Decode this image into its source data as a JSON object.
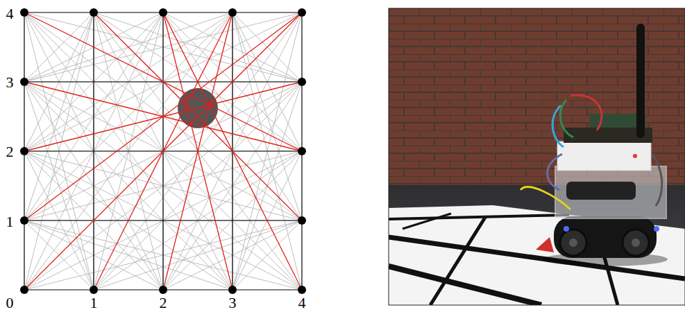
{
  "diagram": {
    "labels": [
      "4",
      "3",
      "2",
      "1",
      "0",
      "1",
      "2",
      "3",
      "4"
    ]
  }
}
